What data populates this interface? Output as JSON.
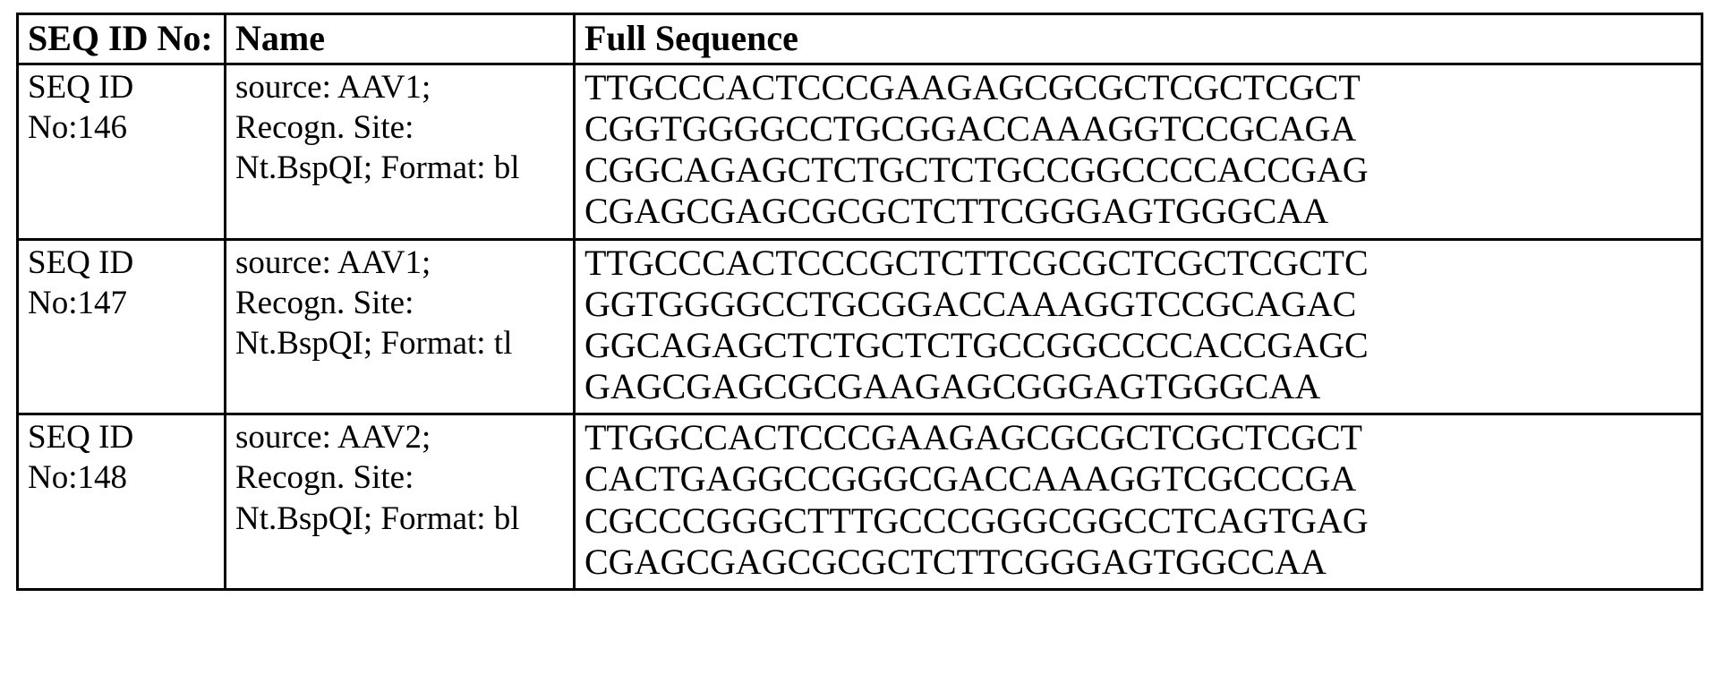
{
  "table": {
    "headers": {
      "seq_id": "SEQ ID No:",
      "name": "Name",
      "full_sequence": "Full Sequence"
    },
    "rows": [
      {
        "id_lines": [
          "SEQ ID",
          "No:146"
        ],
        "name_lines": [
          "source: AAV1;",
          "Recogn. Site:",
          "Nt.BspQI; Format: bl"
        ],
        "sequence_lines": [
          "TTGCCCACTCCCGAAGAGCGCGCTCGCTCGCT",
          "CGGTGGGGCCTGCGGACCAAAGGTCCGCAGA",
          "CGGCAGAGCTCTGCTCTGCCGGCCCCACCGAG",
          "CGAGCGAGCGCGCTCTTCGGGAGTGGGCAA"
        ]
      },
      {
        "id_lines": [
          "SEQ ID",
          "No:147"
        ],
        "name_lines": [
          "source: AAV1;",
          "Recogn. Site:",
          "Nt.BspQI; Format: tl"
        ],
        "sequence_lines": [
          "TTGCCCACTCCCGCTCTTCGCGCTCGCTCGCTC",
          "GGTGGGGCCTGCGGACCAAAGGTCCGCAGAC",
          "GGCAGAGCTCTGCTCTGCCGGCCCCACCGAGC",
          "GAGCGAGCGCGAAGAGCGGGAGTGGGCAA"
        ]
      },
      {
        "id_lines": [
          "SEQ ID",
          "No:148"
        ],
        "name_lines": [
          "source: AAV2;",
          "Recogn. Site:",
          "Nt.BspQI; Format: bl"
        ],
        "sequence_lines": [
          "TTGGCCACTCCCGAAGAGCGCGCTCGCTCGCT",
          "CACTGAGGCCGGGCGACCAAAGGTCGCCCGA",
          "CGCCCGGGCTTTGCCCGGGCGGCCTCAGTGAG",
          "CGAGCGAGCGCGCTCTTCGGGAGTGGCCAA"
        ]
      }
    ]
  }
}
